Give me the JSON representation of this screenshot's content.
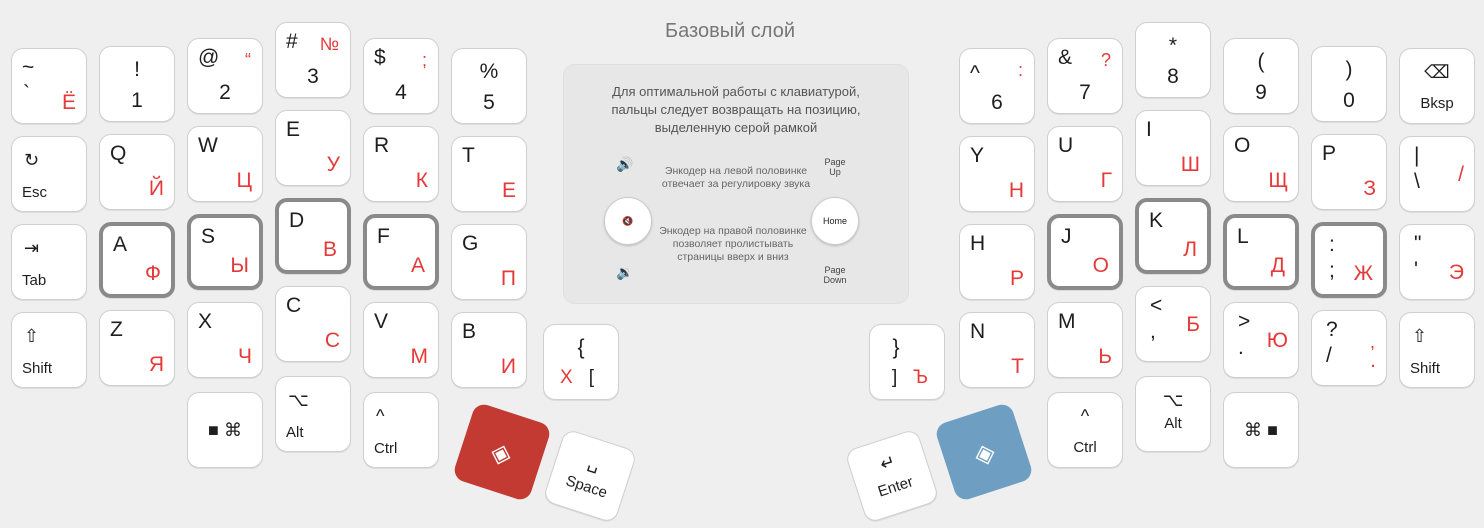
{
  "title": "Базовый слой",
  "info": {
    "intro": [
      "Для оптимальной работы с клавиатурой,",
      "пальцы следует возвращать на позицию,",
      "выделенную серой рамкой"
    ],
    "left_note": "Энкодер на левой половинке отвечает за регулировку звука",
    "right_note": "Энкодер на правой половинке позволяет пролистывать страницы вверх и вниз",
    "page_up": "Page Up",
    "page_down": "Page Down",
    "home": "Home"
  },
  "left": {
    "tilde": {
      "top": "~",
      "bottom": "`",
      "ru": "Ё"
    },
    "k1": {
      "top": "!",
      "bottom": "1"
    },
    "k2": {
      "top": "@",
      "ru": "“",
      "bottom": "2"
    },
    "k3": {
      "top": "#",
      "ru": "№",
      "bottom": "3"
    },
    "k4": {
      "top": "$",
      "ru": ";",
      "bottom": "4"
    },
    "k5": {
      "top": "%",
      "bottom": "5"
    },
    "esc": "Esc",
    "q": {
      "en": "Q",
      "ru": "Й"
    },
    "w": {
      "en": "W",
      "ru": "Ц"
    },
    "e": {
      "en": "E",
      "ru": "У"
    },
    "r": {
      "en": "R",
      "ru": "К"
    },
    "t": {
      "en": "T",
      "ru": "Е"
    },
    "tab": "Tab",
    "a": {
      "en": "A",
      "ru": "Ф"
    },
    "s": {
      "en": "S",
      "ru": "Ы"
    },
    "d": {
      "en": "D",
      "ru": "В"
    },
    "f": {
      "en": "F",
      "ru": "А"
    },
    "g": {
      "en": "G",
      "ru": "П"
    },
    "shift": "Shift",
    "z": {
      "en": "Z",
      "ru": "Я"
    },
    "x": {
      "en": "X",
      "ru": "Ч"
    },
    "c": {
      "en": "C",
      "ru": "С"
    },
    "v": {
      "en": "V",
      "ru": "М"
    },
    "b": {
      "en": "B",
      "ru": "И"
    },
    "bracket": {
      "top": "{",
      "ru": "Х",
      "bottom": "["
    },
    "cmd": "⌘",
    "alt": "Alt",
    "ctrl": "Ctrl",
    "space": "Space"
  },
  "right": {
    "k6": {
      "top": "^",
      "ru": ":",
      "bottom": "6"
    },
    "k7": {
      "top": "&",
      "ru": "?",
      "bottom": "7"
    },
    "k8": {
      "top": "*",
      "bottom": "8"
    },
    "k9": {
      "top": "(",
      "bottom": "9"
    },
    "k0": {
      "top": ")",
      "bottom": "0"
    },
    "bksp": "Bksp",
    "y": {
      "en": "Y",
      "ru": "Н"
    },
    "u": {
      "en": "U",
      "ru": "Г"
    },
    "i": {
      "en": "I",
      "ru": "Ш"
    },
    "o": {
      "en": "O",
      "ru": "Щ"
    },
    "p": {
      "en": "P",
      "ru": "З"
    },
    "pipe": {
      "top": "|",
      "bottom": "\\",
      "ru": "/"
    },
    "h": {
      "en": "H",
      "ru": "Р"
    },
    "j": {
      "en": "J",
      "ru": "О"
    },
    "k": {
      "en": "K",
      "ru": "Л"
    },
    "l": {
      "en": "L",
      "ru": "Д"
    },
    "semi": {
      "top": ":",
      "bottom": ";",
      "ru": "Ж"
    },
    "quote": {
      "top": "\"",
      "bottom": "'",
      "ru": "Э"
    },
    "n": {
      "en": "N",
      "ru": "Т"
    },
    "m": {
      "en": "M",
      "ru": "Ь"
    },
    "comma": {
      "top": "<",
      "bottom": ",",
      "ru": "Б"
    },
    "period": {
      "top": ">",
      "bottom": ".",
      "ru": "Ю"
    },
    "slash": {
      "top": "?",
      "bottom": "/",
      "ru_top": ",",
      "ru_bottom": "."
    },
    "shift": "Shift",
    "rbracket": {
      "top": "}",
      "bottom": "]",
      "ru": "Ъ"
    },
    "ctrl": "Ctrl",
    "alt": "Alt",
    "cmd": "⌘",
    "enter": "Enter"
  }
}
